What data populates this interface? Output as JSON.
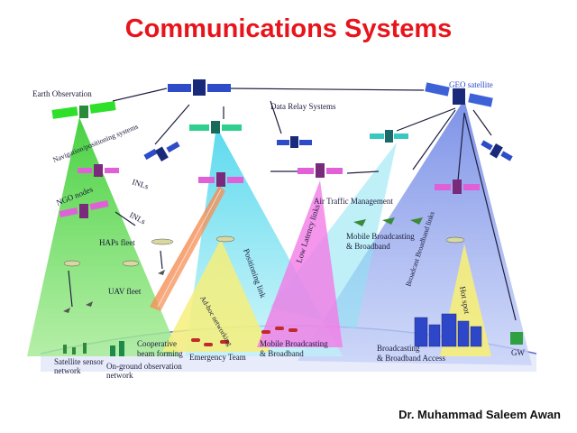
{
  "title": "Communications Systems",
  "author": "Dr. Muhammad Saleem Awan",
  "colors": {
    "title": "#e8141b",
    "green_beam": "#52d24a",
    "cyan_beam": "#4fd6ea",
    "yellow_beam": "#f6ee7a",
    "magenta_beam": "#f27be6",
    "blue_beam": "#7d8fe6",
    "orange_beam": "#f06a1c"
  },
  "labels": {
    "earth_observation": "Earth Observation",
    "data_relay": "Data Relay Systems",
    "geo_satellite": "GEO satellite",
    "navigation": "Navigation/positioning systems",
    "ngo_nodes": "NGO nodes",
    "inls_1": "INLs",
    "inls_2": "INLs",
    "haps_fleet": "HAPs fleet",
    "air_traffic": "Air Traffic Management",
    "mobile_bb_top_1": "Mobile Broadcasting",
    "mobile_bb_top_2": "& Broadband",
    "uav_fleet": "UAV fleet",
    "positioning_link": "Positioning link",
    "low_latency": "Low Latency links",
    "broadcast_links": "Broadcast Broadband links",
    "hot_spot": "Hot spot",
    "adhoc": "Ad-hoc networking",
    "cooperative_1": "Cooperative",
    "cooperative_2": "beam forming",
    "emergency_team": "Emergency Team",
    "mobile_bb_bottom_1": "Mobile Broadcasting",
    "mobile_bb_bottom_2": "& Broadband",
    "broadcasting_access_1": "Broadcasting",
    "broadcasting_access_2": "& Broadband Access",
    "gw": "GW",
    "satellite_sensor_1": "Satellite sensor",
    "satellite_sensor_2": "network",
    "on_ground_1": "On-ground observation",
    "on_ground_2": "network"
  }
}
